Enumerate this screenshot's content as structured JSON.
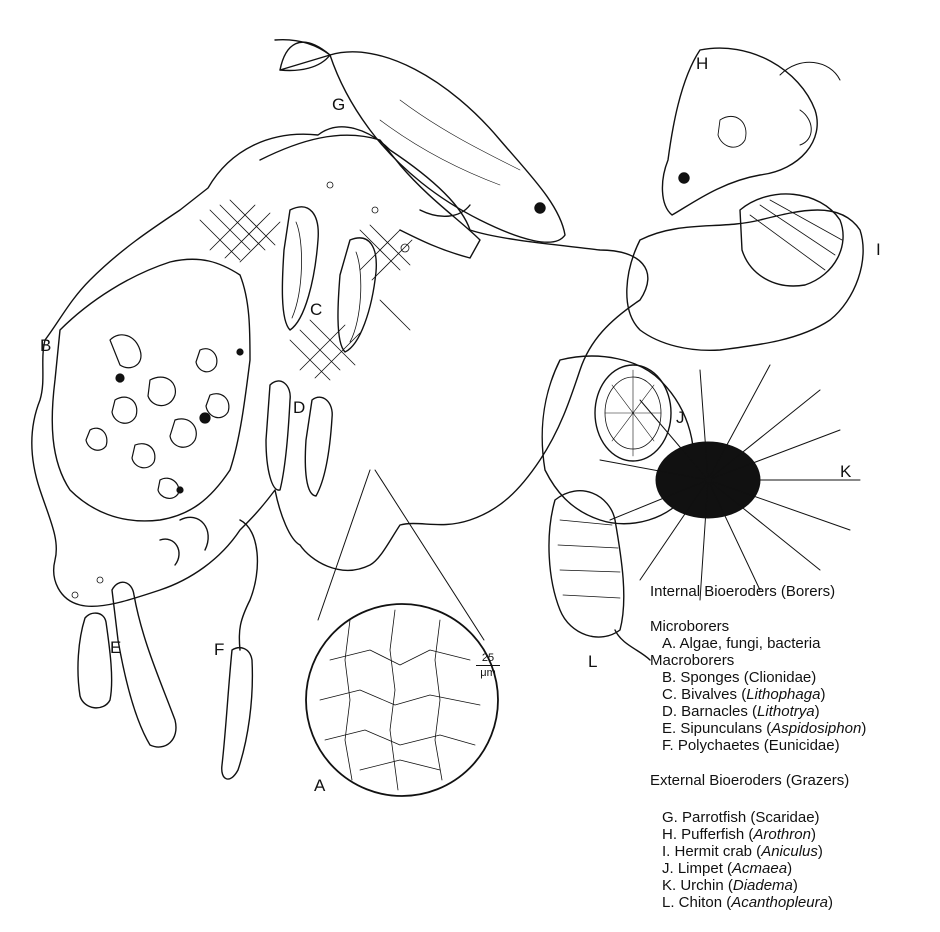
{
  "figure_labels": {
    "A": "A",
    "B": "B",
    "C": "C",
    "D": "D",
    "E": "E",
    "F": "F",
    "G": "G",
    "H": "H",
    "I": "I",
    "J": "J",
    "K": "K",
    "L": "L"
  },
  "scale_bar": {
    "value": "25",
    "unit": "μm"
  },
  "legend": {
    "internal_title": "Internal Bioeroders (Borers)",
    "microborers_title": "Microborers",
    "microborers": [
      {
        "text": "A. Algae, fungi, bacteria"
      }
    ],
    "macroborers_title": "Macroborers",
    "macroborers": [
      {
        "prefix": "B. Sponges (",
        "italic": "",
        "suffix": "Clionidae)"
      },
      {
        "prefix": "C. Bivalves (",
        "italic": "Lithophaga",
        "suffix": ")"
      },
      {
        "prefix": "D. Barnacles (",
        "italic": "Lithotrya",
        "suffix": ")"
      },
      {
        "prefix": "E. Sipunculans (",
        "italic": "Aspidosiphon",
        "suffix": ")"
      },
      {
        "prefix": "F. Polychaetes (",
        "italic": "",
        "suffix": "Eunicidae)"
      }
    ],
    "external_title": "External Bioeroders (Grazers)",
    "grazers": [
      {
        "prefix": "G. Parrotfish (",
        "italic": "",
        "suffix": "Scaridae)"
      },
      {
        "prefix": "H. Pufferfish (",
        "italic": "Arothron",
        "suffix": ")"
      },
      {
        "prefix": "I. Hermit crab (",
        "italic": "Aniculus",
        "suffix": ")"
      },
      {
        "prefix": "J. Limpet (",
        "italic": "Acmaea",
        "suffix": ")"
      },
      {
        "prefix": "K. Urchin (",
        "italic": "Diadema",
        "suffix": ")"
      },
      {
        "prefix": "L. Chiton (",
        "italic": "Acanthopleura",
        "suffix": ")"
      }
    ]
  }
}
